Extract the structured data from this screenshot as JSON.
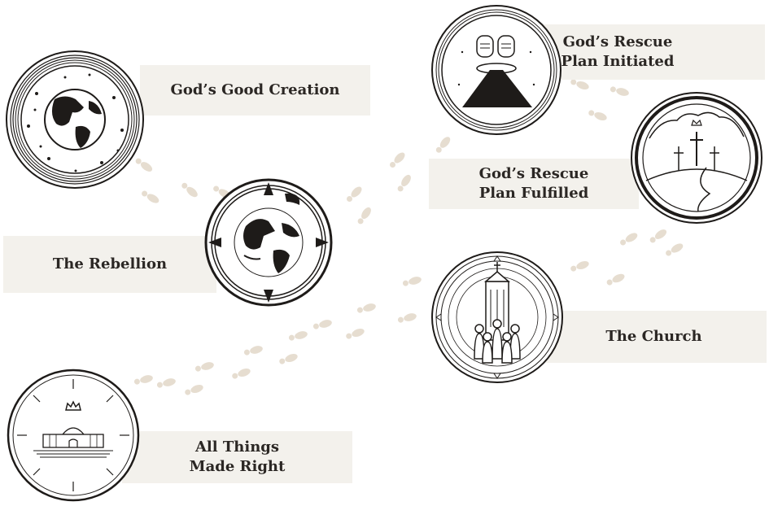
{
  "stages": [
    {
      "id": "creation",
      "label": "God’s Good Creation"
    },
    {
      "id": "rebellion",
      "label": "The Rebellion"
    },
    {
      "id": "initiated",
      "label": "God’s Rescue\nPlan Initiated"
    },
    {
      "id": "fulfilled",
      "label": "God’s Rescue\nPlan Fulfilled"
    },
    {
      "id": "church",
      "label": "The Church"
    },
    {
      "id": "right",
      "label": "All Things\nMade Right"
    }
  ],
  "colors": {
    "label_bg": "#f3f1ec",
    "text": "#2b2724",
    "footprint": "#e6ddd0",
    "ink": "#1e1b19"
  }
}
